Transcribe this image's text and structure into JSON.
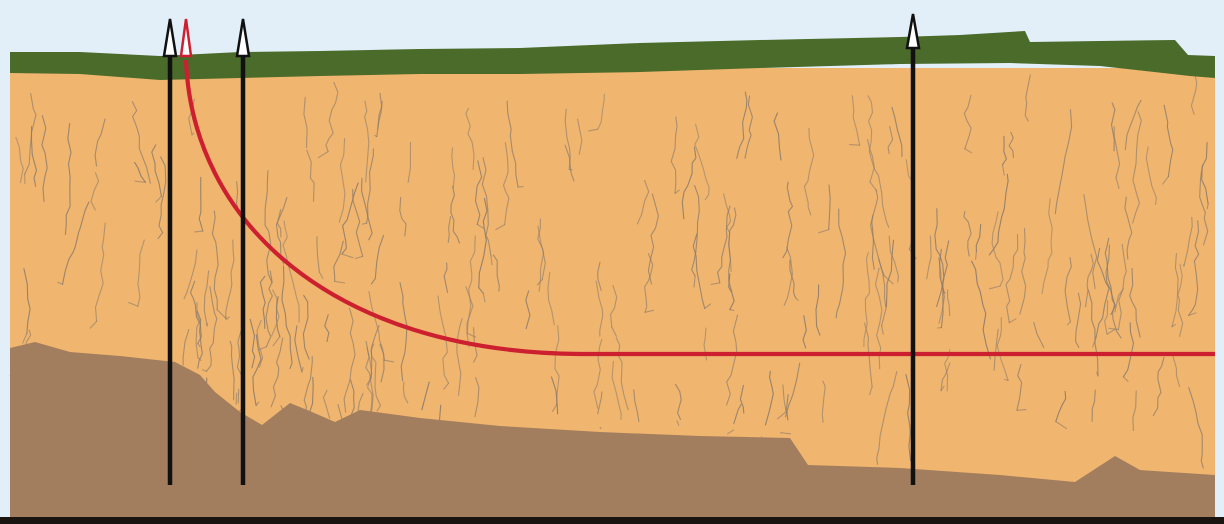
{
  "diagram": {
    "kind": "geological-cross-section",
    "colors": {
      "sky": "#e2eff8",
      "surface_grass": "#4a6b2a",
      "surface_grass_dark": "#3f5f22",
      "fractured_rock": "#f0b56e",
      "basement_rock": "#a27e5f",
      "fracture_lines": "#8a7a6a",
      "vertical_well": "#111111",
      "horizontal_well": "#cc1f2f",
      "ground_line": "#1a1410"
    },
    "wells": [
      {
        "name": "vertical-well-1",
        "type": "vertical"
      },
      {
        "name": "horizontal-well",
        "type": "deviated-horizontal"
      },
      {
        "name": "vertical-well-2",
        "type": "vertical"
      },
      {
        "name": "vertical-well-3",
        "type": "vertical"
      }
    ],
    "icons": {
      "wellhead": "arrow-up-outline-icon"
    }
  }
}
